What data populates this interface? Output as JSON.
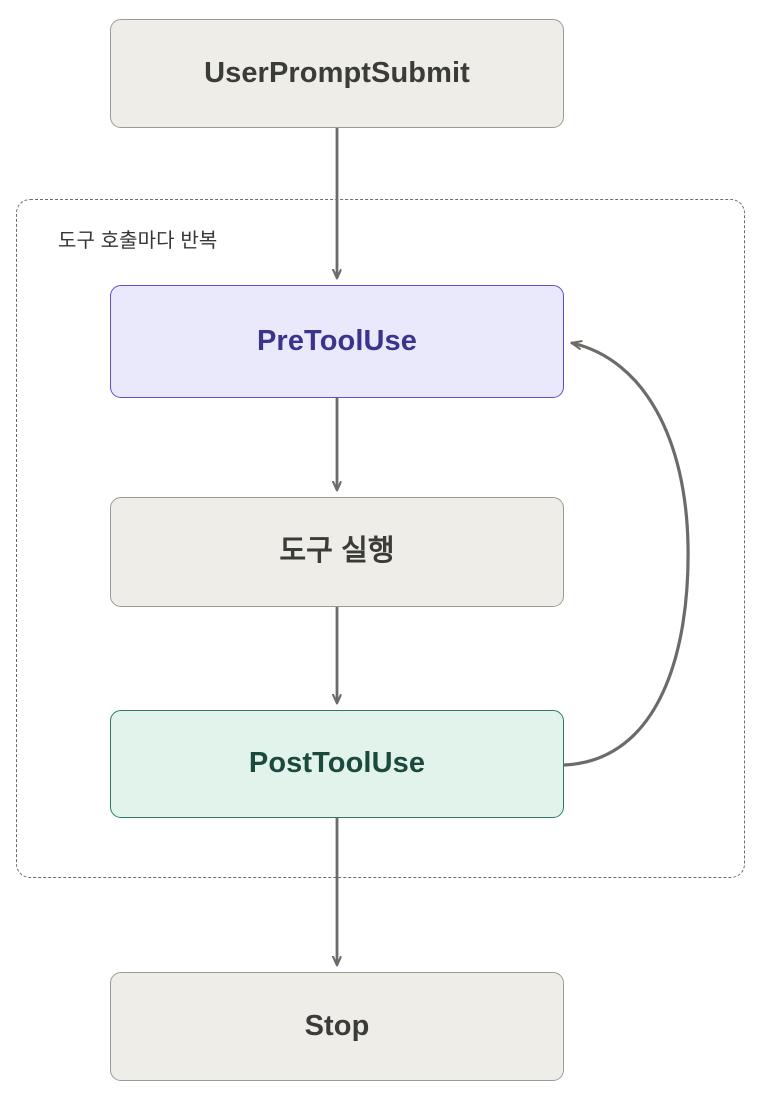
{
  "diagram": {
    "title": "Claude Code hook lifecycle flowchart",
    "type": "flowchart",
    "direction": "top-to-bottom",
    "background_color": "#ffffff",
    "edge_color": "#6b6b68"
  },
  "group": {
    "label": "도구 호출마다 반복",
    "style": "dashed",
    "border_color": "#6c6c6c"
  },
  "nodes": [
    {
      "id": "user-prompt-submit",
      "label": "UserPromptSubmit",
      "fill": "#eeede8",
      "stroke": "#9b9b96",
      "text_color": "#3b3b38"
    },
    {
      "id": "pre-tool-use",
      "label": "PreToolUse",
      "fill": "#eae8fb",
      "stroke": "#5b51c9",
      "text_color": "#3a348c"
    },
    {
      "id": "tool-execution",
      "label": "도구 실행",
      "fill": "#eeede8",
      "stroke": "#9b9b96",
      "text_color": "#3b3b38"
    },
    {
      "id": "post-tool-use",
      "label": "PostToolUse",
      "fill": "#e2f3ec",
      "stroke": "#2d7a62",
      "text_color": "#1a4a3d"
    },
    {
      "id": "stop",
      "label": "Stop",
      "fill": "#eeede8",
      "stroke": "#9b9b96",
      "text_color": "#3b3b38"
    }
  ],
  "edges": [
    {
      "id": "edge-prompt-to-pre",
      "from": "user-prompt-submit",
      "to": "pre-tool-use",
      "label": "",
      "shape": "straight"
    },
    {
      "id": "edge-pre-to-exec",
      "from": "pre-tool-use",
      "to": "tool-execution",
      "label": "",
      "shape": "straight"
    },
    {
      "id": "edge-exec-to-post",
      "from": "tool-execution",
      "to": "post-tool-use",
      "label": "",
      "shape": "straight"
    },
    {
      "id": "edge-post-to-stop",
      "from": "post-tool-use",
      "to": "stop",
      "label": "",
      "shape": "straight"
    },
    {
      "id": "edge-post-to-pre-loop",
      "from": "post-tool-use",
      "to": "pre-tool-use",
      "label": "",
      "shape": "curved"
    }
  ]
}
